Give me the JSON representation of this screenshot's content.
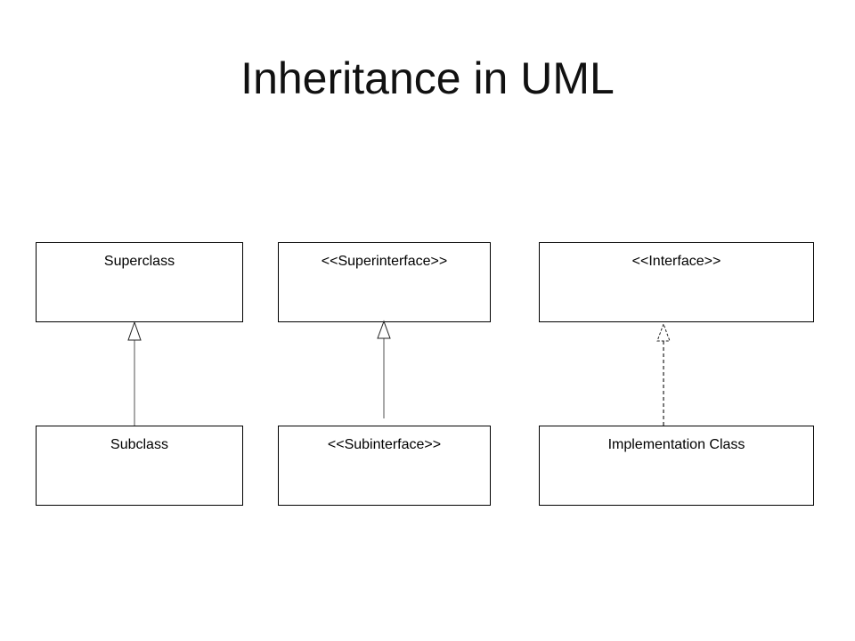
{
  "title": "Inheritance in UML",
  "boxes": {
    "superclass": "Superclass",
    "superinterface": "<<Superinterface>>",
    "interface": "<<Interface>>",
    "subclass": "Subclass",
    "subinterface": "<<Subinterface>>",
    "implementation": "Implementation Class"
  },
  "relations": [
    {
      "from": "Subclass",
      "to": "Superclass",
      "kind": "generalization"
    },
    {
      "from": "<<Subinterface>>",
      "to": "<<Superinterface>>",
      "kind": "generalization"
    },
    {
      "from": "Implementation Class",
      "to": "<<Interface>>",
      "kind": "realization"
    }
  ]
}
